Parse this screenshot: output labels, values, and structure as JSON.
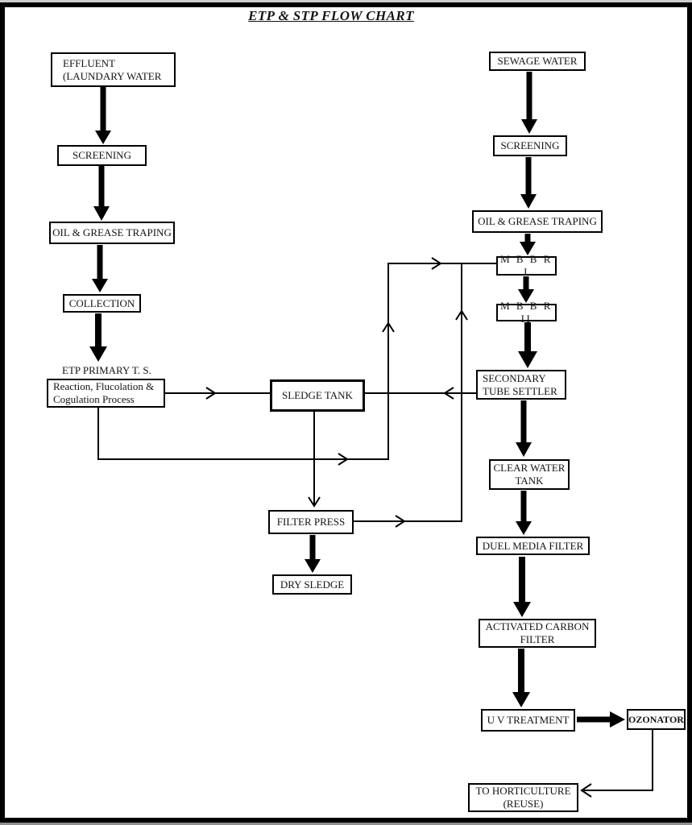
{
  "page": {
    "title": "ETP & STP FLOW CHART"
  },
  "colors": {
    "ink": "#000000",
    "paper": "#ffffff"
  },
  "nodes": {
    "effluent": "EFFLUENT\n(LAUNDARY WATER",
    "etp_screening": "SCREENING",
    "etp_oil_grease": "OIL & GREASE TRAPING",
    "collection": "COLLECTION",
    "etp_primary_caption": "ETP PRIMARY T. S.",
    "etp_primary": "Reaction, Flucolation &\nCogulation Process",
    "sledge_tank": "SLEDGE TANK",
    "filter_press": "FILTER PRESS",
    "dry_sledge": "DRY SLEDGE",
    "sewage_water": "SEWAGE WATER",
    "stp_screening": "SCREENING",
    "stp_oil_grease": "OIL & GREASE TRAPING",
    "mbbr_1": "M B B R I",
    "mbbr_2": "M B B R II",
    "secondary_tube_settler": "SECONDARY\nTUBE SETTLER",
    "clear_water_tank": "CLEAR WATER\nTANK",
    "duel_media_filter": "DUEL MEDIA FILTER",
    "activated_carbon_filter": "ACTIVATED CARBON\nFILTER",
    "uv_treatment": "U V TREATMENT",
    "ozonator": "OZONATOR",
    "horticulture": "TO HORTICULTURE\n(REUSE)"
  },
  "edges": [
    {
      "from": "effluent",
      "to": "etp_screening",
      "style": "thick"
    },
    {
      "from": "etp_screening",
      "to": "etp_oil_grease",
      "style": "thick"
    },
    {
      "from": "etp_oil_grease",
      "to": "collection",
      "style": "thick"
    },
    {
      "from": "collection",
      "to": "etp_primary",
      "style": "thick"
    },
    {
      "from": "etp_primary",
      "to": "sledge_tank",
      "style": "thin"
    },
    {
      "from": "etp_primary",
      "to": "mbbr_1",
      "style": "thin"
    },
    {
      "from": "secondary_tube_settler",
      "to": "sledge_tank",
      "style": "thin"
    },
    {
      "from": "sledge_tank",
      "to": "filter_press",
      "style": "thin"
    },
    {
      "from": "filter_press",
      "to": "mbbr_1",
      "style": "thin"
    },
    {
      "from": "filter_press",
      "to": "dry_sledge",
      "style": "thick"
    },
    {
      "from": "sewage_water",
      "to": "stp_screening",
      "style": "thick"
    },
    {
      "from": "stp_screening",
      "to": "stp_oil_grease",
      "style": "thick"
    },
    {
      "from": "stp_oil_grease",
      "to": "mbbr_1",
      "style": "thick"
    },
    {
      "from": "mbbr_1",
      "to": "mbbr_2",
      "style": "thick"
    },
    {
      "from": "mbbr_2",
      "to": "secondary_tube_settler",
      "style": "thick"
    },
    {
      "from": "secondary_tube_settler",
      "to": "clear_water_tank",
      "style": "thick"
    },
    {
      "from": "clear_water_tank",
      "to": "duel_media_filter",
      "style": "thick"
    },
    {
      "from": "duel_media_filter",
      "to": "activated_carbon_filter",
      "style": "thick"
    },
    {
      "from": "activated_carbon_filter",
      "to": "uv_treatment",
      "style": "thick"
    },
    {
      "from": "uv_treatment",
      "to": "ozonator",
      "style": "thick"
    },
    {
      "from": "ozonator",
      "to": "horticulture",
      "style": "thin"
    }
  ]
}
